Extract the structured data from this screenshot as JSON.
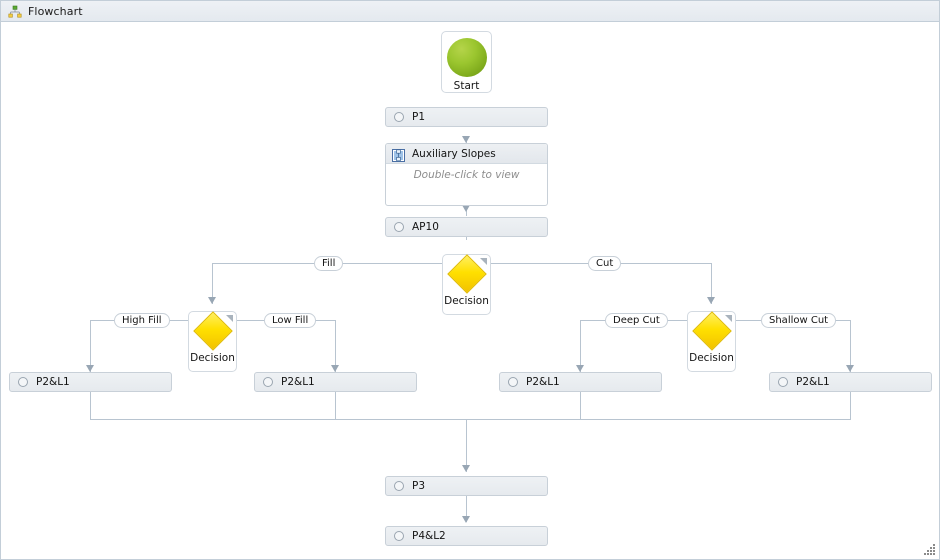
{
  "window": {
    "title": "Flowchart",
    "title_icon": "org-chart-icon",
    "resize_grip": "resize-grip"
  },
  "nodes": {
    "start": {
      "label": "Start",
      "shape": "circle",
      "color": "#9bc62f",
      "icon": "start-circle"
    },
    "p1": {
      "label": "P1",
      "shape": "process",
      "icon": "circle-bullet-icon"
    },
    "auxiliary_slopes": {
      "title": "Auxiliary Slopes",
      "hint": "Double-click to view",
      "icon": "subflow-icon"
    },
    "ap10": {
      "label": "AP10",
      "shape": "process",
      "icon": "circle-bullet-icon"
    },
    "decision_main": {
      "label": "Decision",
      "shape": "diamond",
      "color": "#ffe000"
    },
    "decision_fill": {
      "label": "Decision",
      "shape": "diamond",
      "color": "#ffe000"
    },
    "decision_cut": {
      "label": "Decision",
      "shape": "diamond",
      "color": "#ffe000"
    },
    "p2l1_a": {
      "label": "P2&L1",
      "shape": "process",
      "icon": "circle-bullet-icon"
    },
    "p2l1_b": {
      "label": "P2&L1",
      "shape": "process",
      "icon": "circle-bullet-icon"
    },
    "p2l1_c": {
      "label": "P2&L1",
      "shape": "process",
      "icon": "circle-bullet-icon"
    },
    "p2l1_d": {
      "label": "P2&L1",
      "shape": "process",
      "icon": "circle-bullet-icon"
    },
    "p3": {
      "label": "P3",
      "shape": "process",
      "icon": "circle-bullet-icon"
    },
    "p4l2": {
      "label": "P4&L2",
      "shape": "process",
      "icon": "circle-bullet-icon"
    }
  },
  "edge_labels": {
    "fill": "Fill",
    "cut": "Cut",
    "high_fill": "High Fill",
    "low_fill": "Low Fill",
    "deep_cut": "Deep Cut",
    "shallow_cut": "Shallow Cut"
  },
  "colors": {
    "connector": "#b8c4d0",
    "arrowhead": "#98a6b4",
    "node_fill": "#e9edf1",
    "node_border": "#c8d0d8",
    "titlebar": "#e8ecf1",
    "start_green": "#9bc62f",
    "decision_yellow": "#ffe000"
  }
}
